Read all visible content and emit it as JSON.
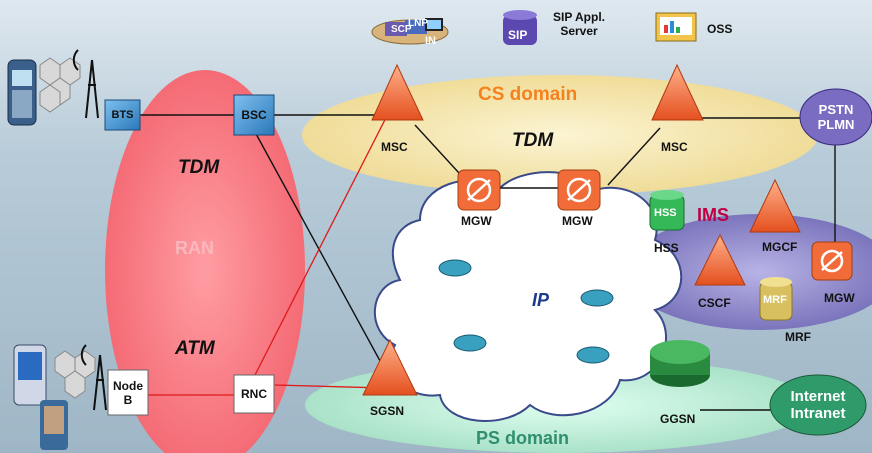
{
  "top": {
    "scp_ln_in": {
      "scp": "SCP",
      "lnp": "LNP",
      "in": "IN"
    },
    "sip_server": {
      "icon": "SIP",
      "label": "SIP Appl.\nServer"
    },
    "oss": "OSS"
  },
  "domains": {
    "cs": "CS domain",
    "ps": "PS domain",
    "ran": "RAN",
    "ims": "IMS",
    "ip": "IP"
  },
  "transport": {
    "tdm_left": "TDM",
    "tdm_core": "TDM",
    "atm": "ATM"
  },
  "nodes": {
    "bts": "BTS",
    "bsc": "BSC",
    "node_b": "Node\nB",
    "rnc": "RNC",
    "msc_left": "MSC",
    "msc_right": "MSC",
    "mgw_left": "MGW",
    "mgw_mid": "MGW",
    "mgw_ims": "MGW",
    "sgsn": "SGSN",
    "ggsn": "GGSN",
    "hss": "HSS",
    "hss_icon": "HSS",
    "mgcf": "MGCF",
    "cscf": "CSCF",
    "mrf": "MRF",
    "mrf_icon": "MRF",
    "pstn": "PSTN\nPLMN",
    "internet": "Internet\nIntranet"
  },
  "colors": {
    "background": "#a9c0cf",
    "ran": "#f0707a",
    "cs_domain": "#f3e2a6",
    "ps_domain": "#b6e6cf",
    "ims": "#8c86c6",
    "cloud": "#ffffff",
    "accent_orange": "#f26c3a",
    "box_blue": "#3f8fcf",
    "pstn_purple": "#7a6cc0",
    "internet_green": "#2f9a6a"
  }
}
